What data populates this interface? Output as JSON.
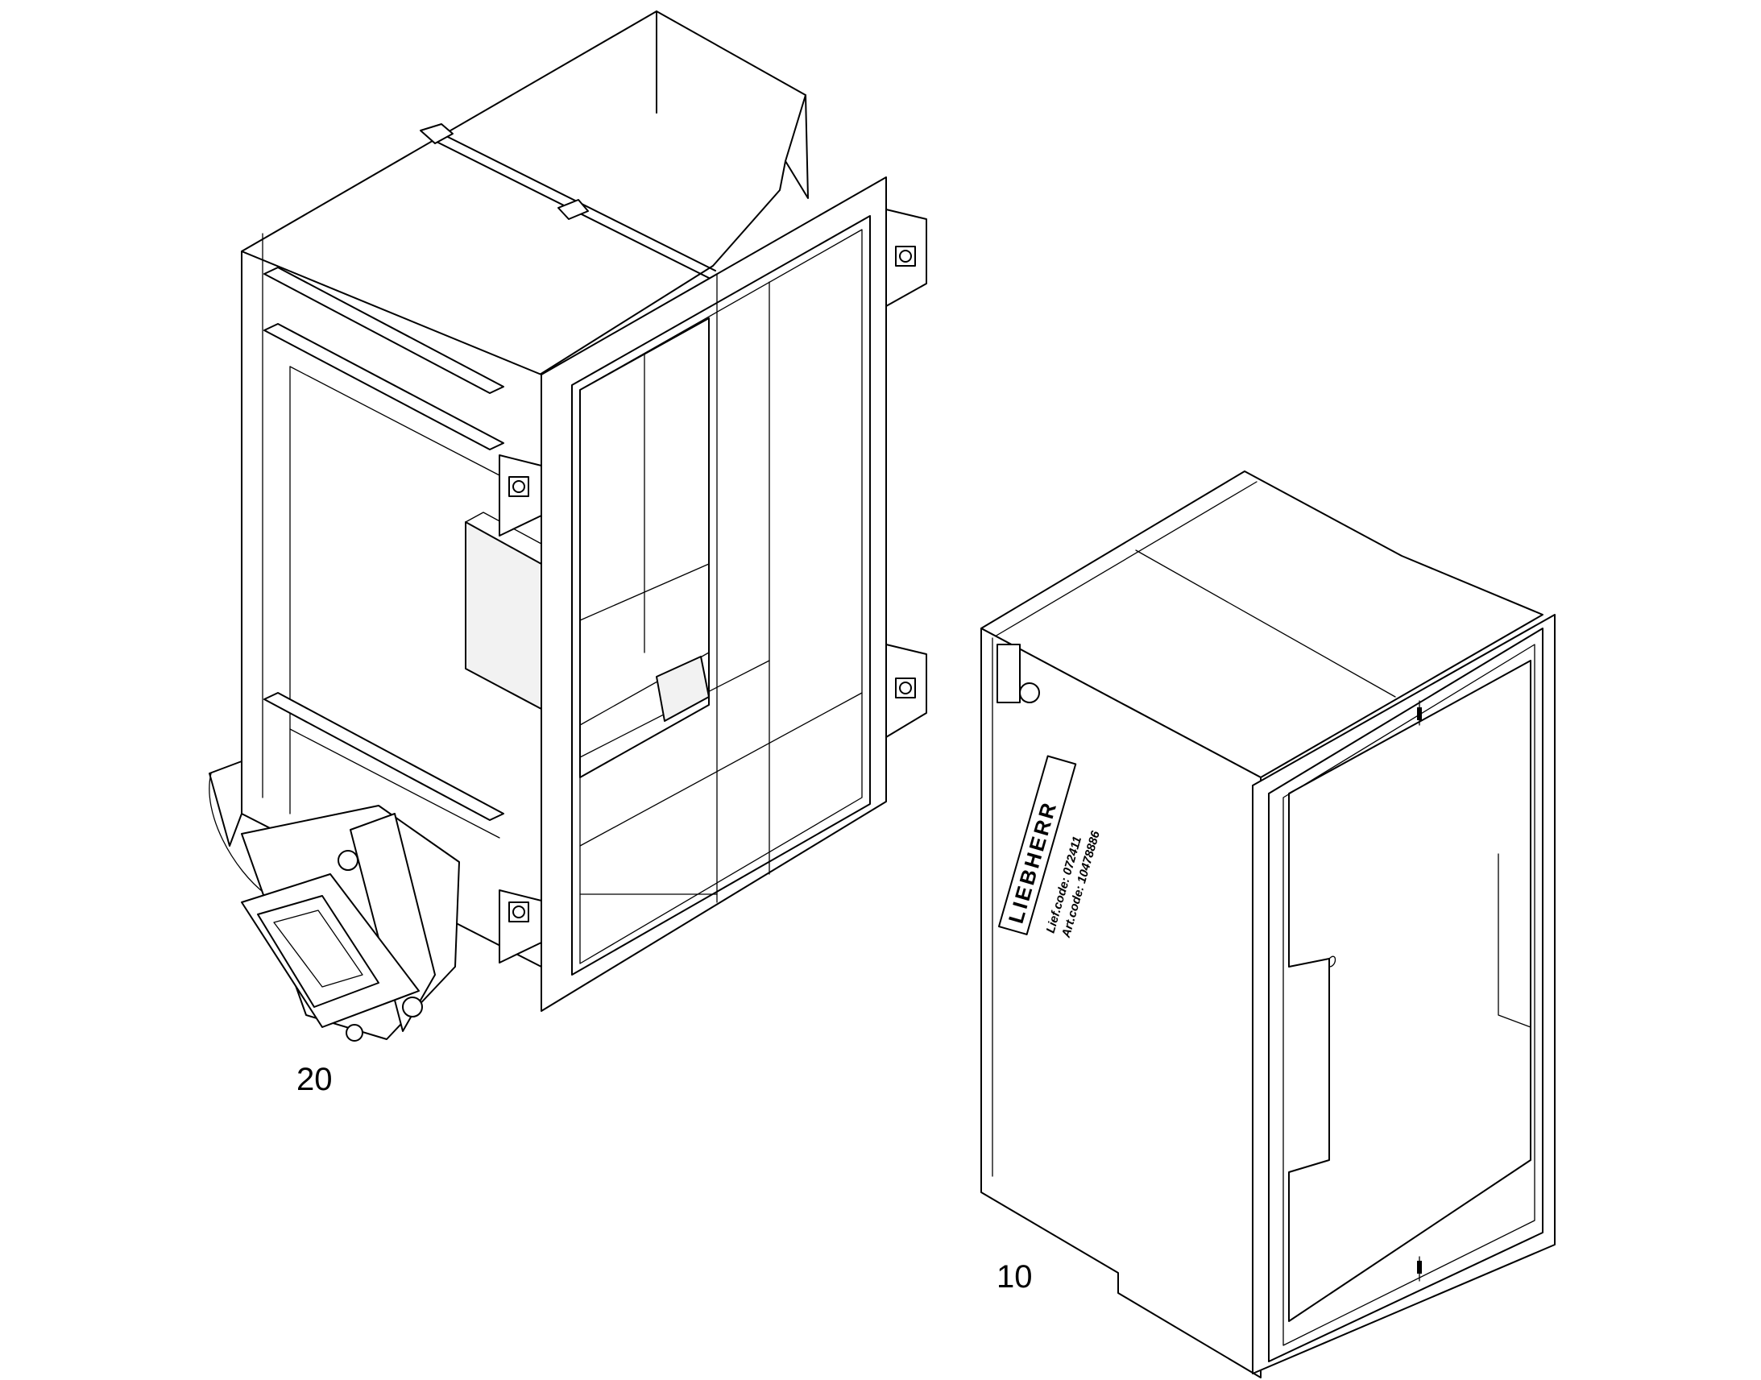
{
  "callouts": {
    "part_20": "20",
    "part_10": "10"
  },
  "part_10": {
    "brand_logo": "LIEBHERR",
    "label_line_1": "Lief.code: 072411",
    "label_line_2": "Art.code: 10478886"
  }
}
